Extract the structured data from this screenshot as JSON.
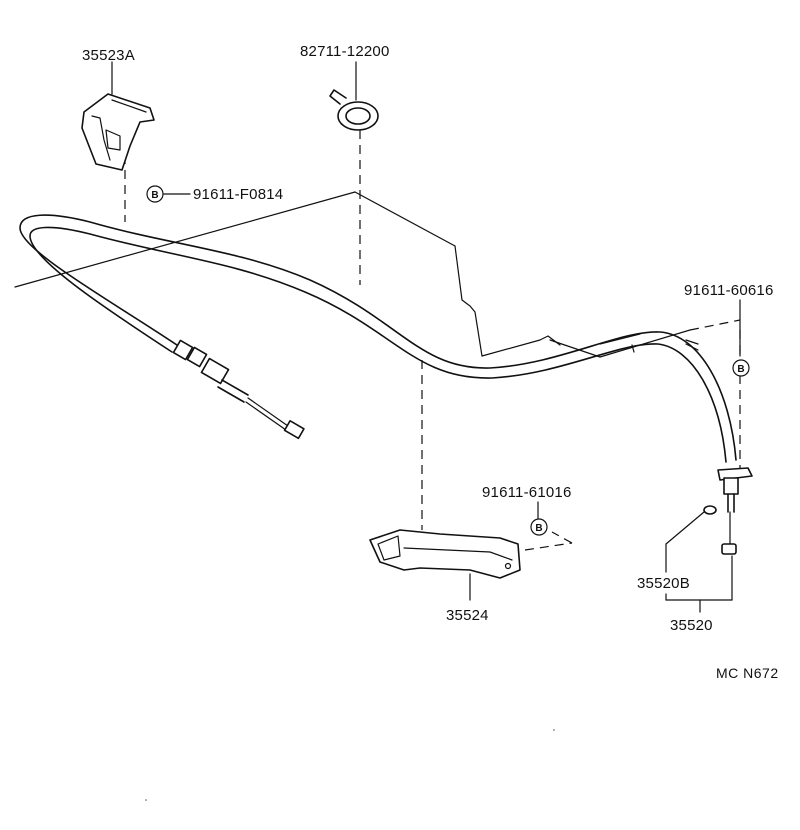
{
  "diagram": {
    "reference_code": "MC N672",
    "parts": [
      {
        "id": "p1",
        "label": "35523A"
      },
      {
        "id": "p2",
        "label": "82711-12200"
      },
      {
        "id": "p3",
        "label": "91611-F0814"
      },
      {
        "id": "p4",
        "label": "91611-60616"
      },
      {
        "id": "p5",
        "label": "91611-61016"
      },
      {
        "id": "p6",
        "label": "35524"
      },
      {
        "id": "p7",
        "label": "35520B"
      },
      {
        "id": "p8",
        "label": "35520"
      }
    ],
    "bolt_marker_letter": "B"
  }
}
